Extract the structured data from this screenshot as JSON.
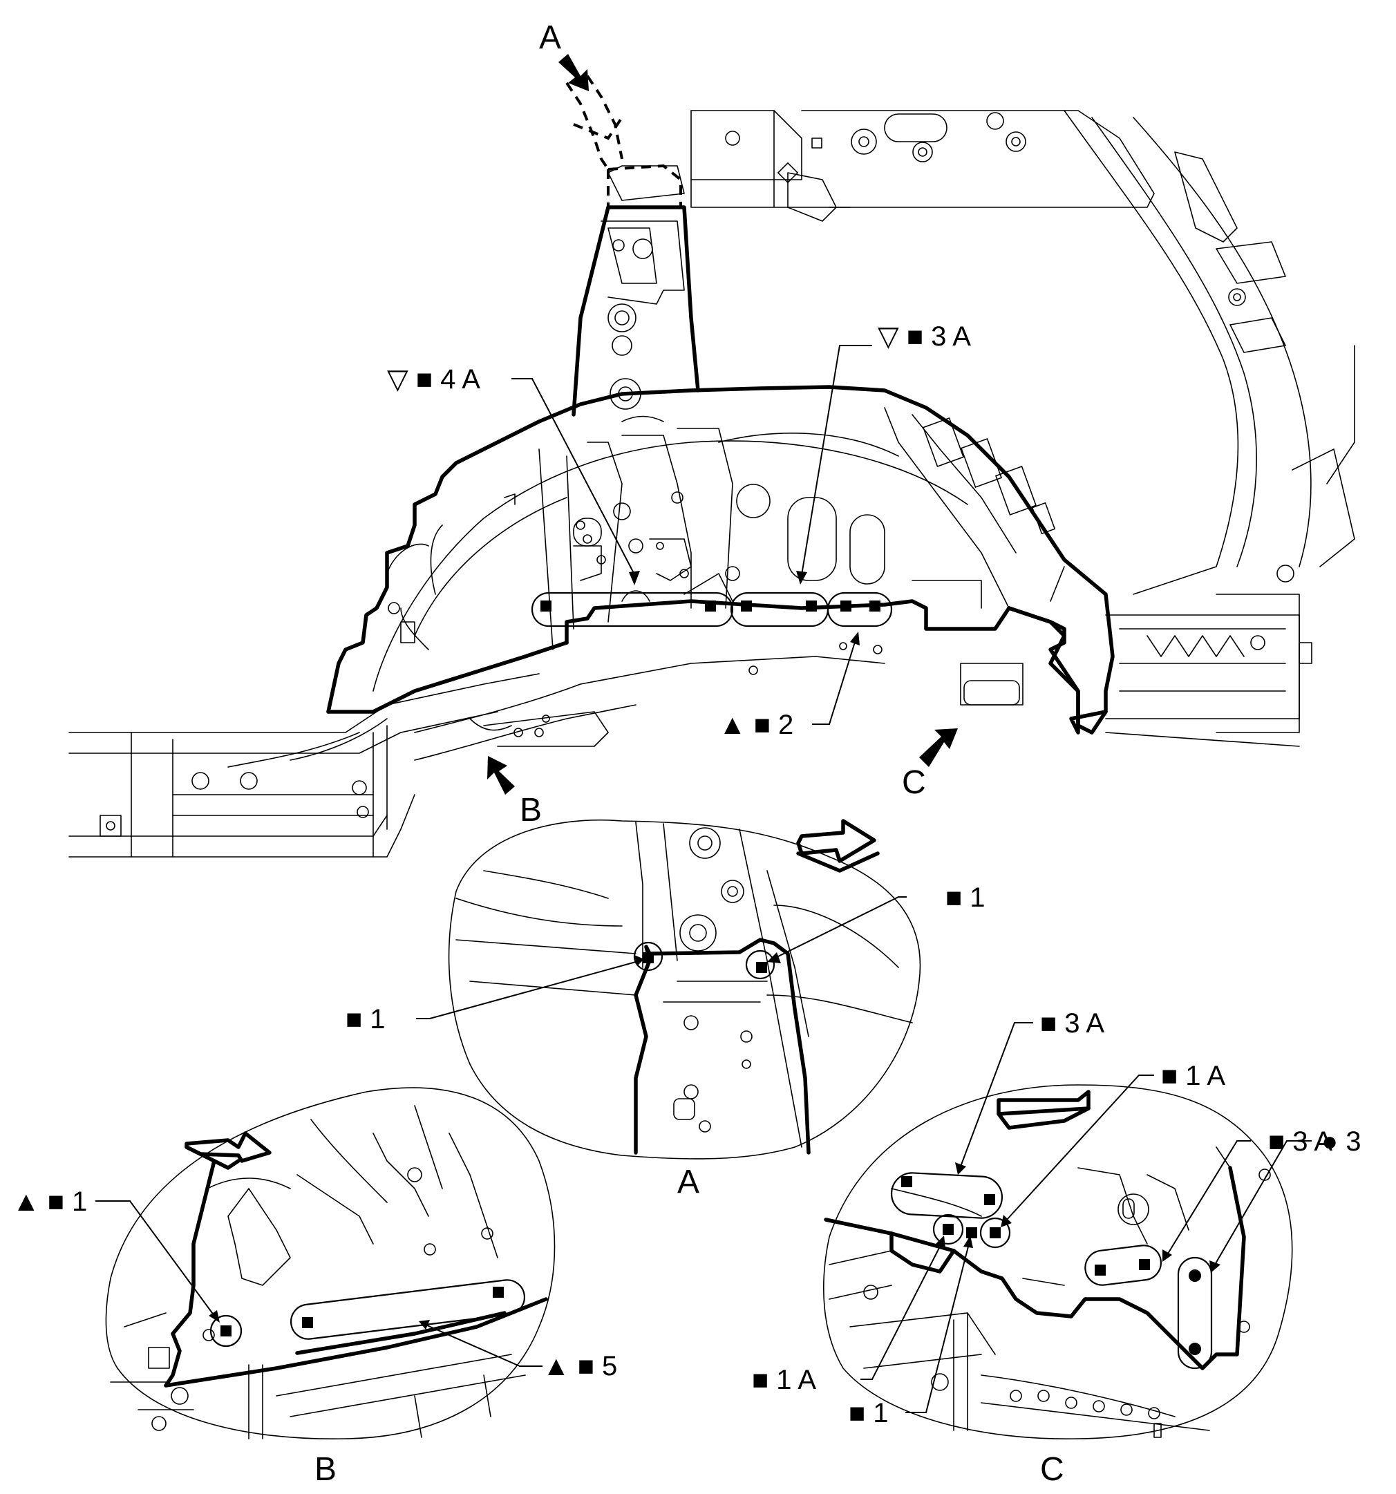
{
  "views": {
    "main": {
      "callouts": {
        "c4a": "▽ ■ 4 A",
        "c3a": "▽ ■ 3 A",
        "c2": "▲ ■ 2"
      },
      "arrow_labels": {
        "a": "A",
        "b": "B",
        "c": "C"
      }
    },
    "detail_a": {
      "caption": "A",
      "callouts": {
        "right": "■ 1",
        "left": "■ 1"
      }
    },
    "detail_b": {
      "caption": "B",
      "callouts": {
        "c1": "▲ ■ 1",
        "c5": "▲ ■ 5"
      }
    },
    "detail_c": {
      "caption": "C",
      "callouts": {
        "c3a_top": "■ 3 A",
        "c1a_top": "■ 1 A",
        "c3a_right": "■ 3 A",
        "c3_dot": "● 3",
        "c1a_bottom": "■ 1 A",
        "c1_bottom": "■ 1"
      }
    }
  }
}
